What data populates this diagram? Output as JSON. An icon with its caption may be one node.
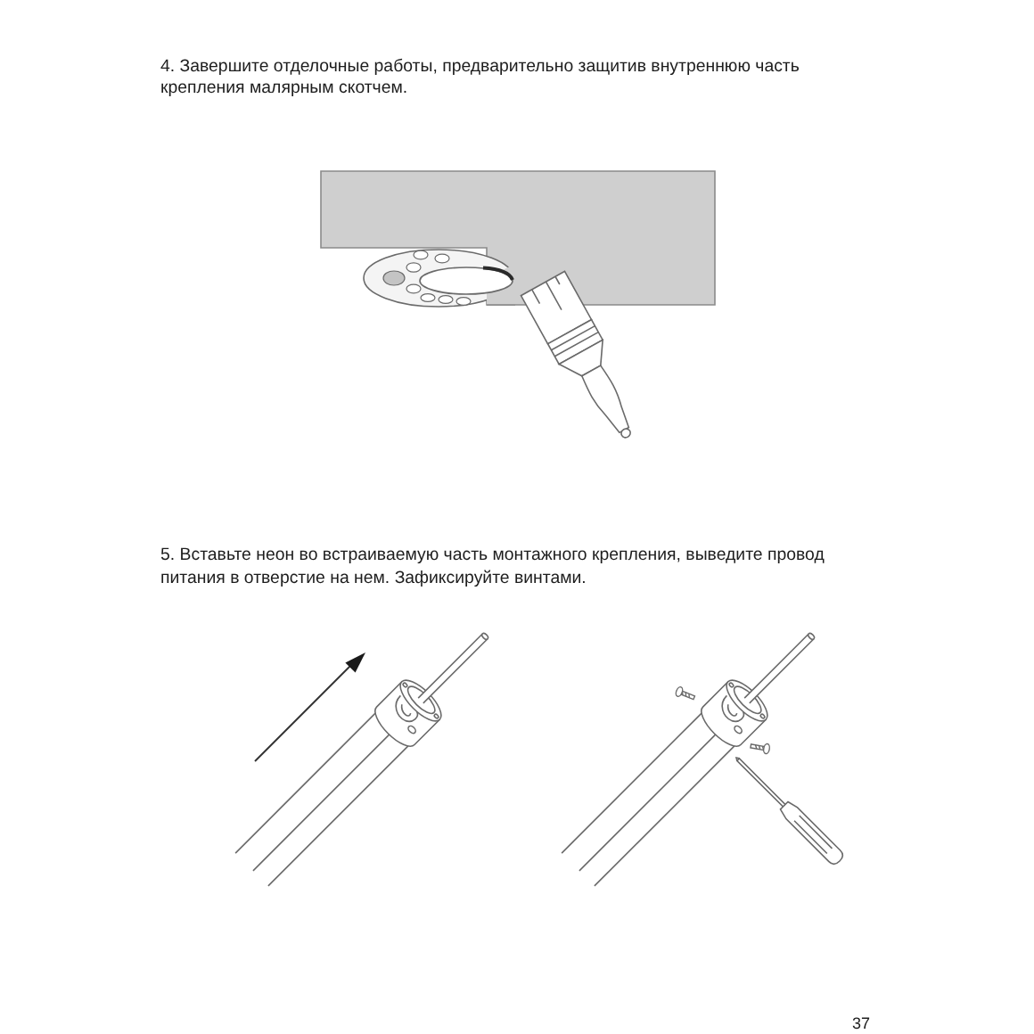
{
  "diagram": {
    "labels": [
      "4. Завершите отделочные работы, предварительно защитив внутреннюю часть крепления малярным скотчем.",
      "5. Вставьте неон во встраиваемую часть монтажного крепления, выведите провод питания в отверстие на нем. Зафиксируйте винтами.",
      "37"
    ]
  }
}
